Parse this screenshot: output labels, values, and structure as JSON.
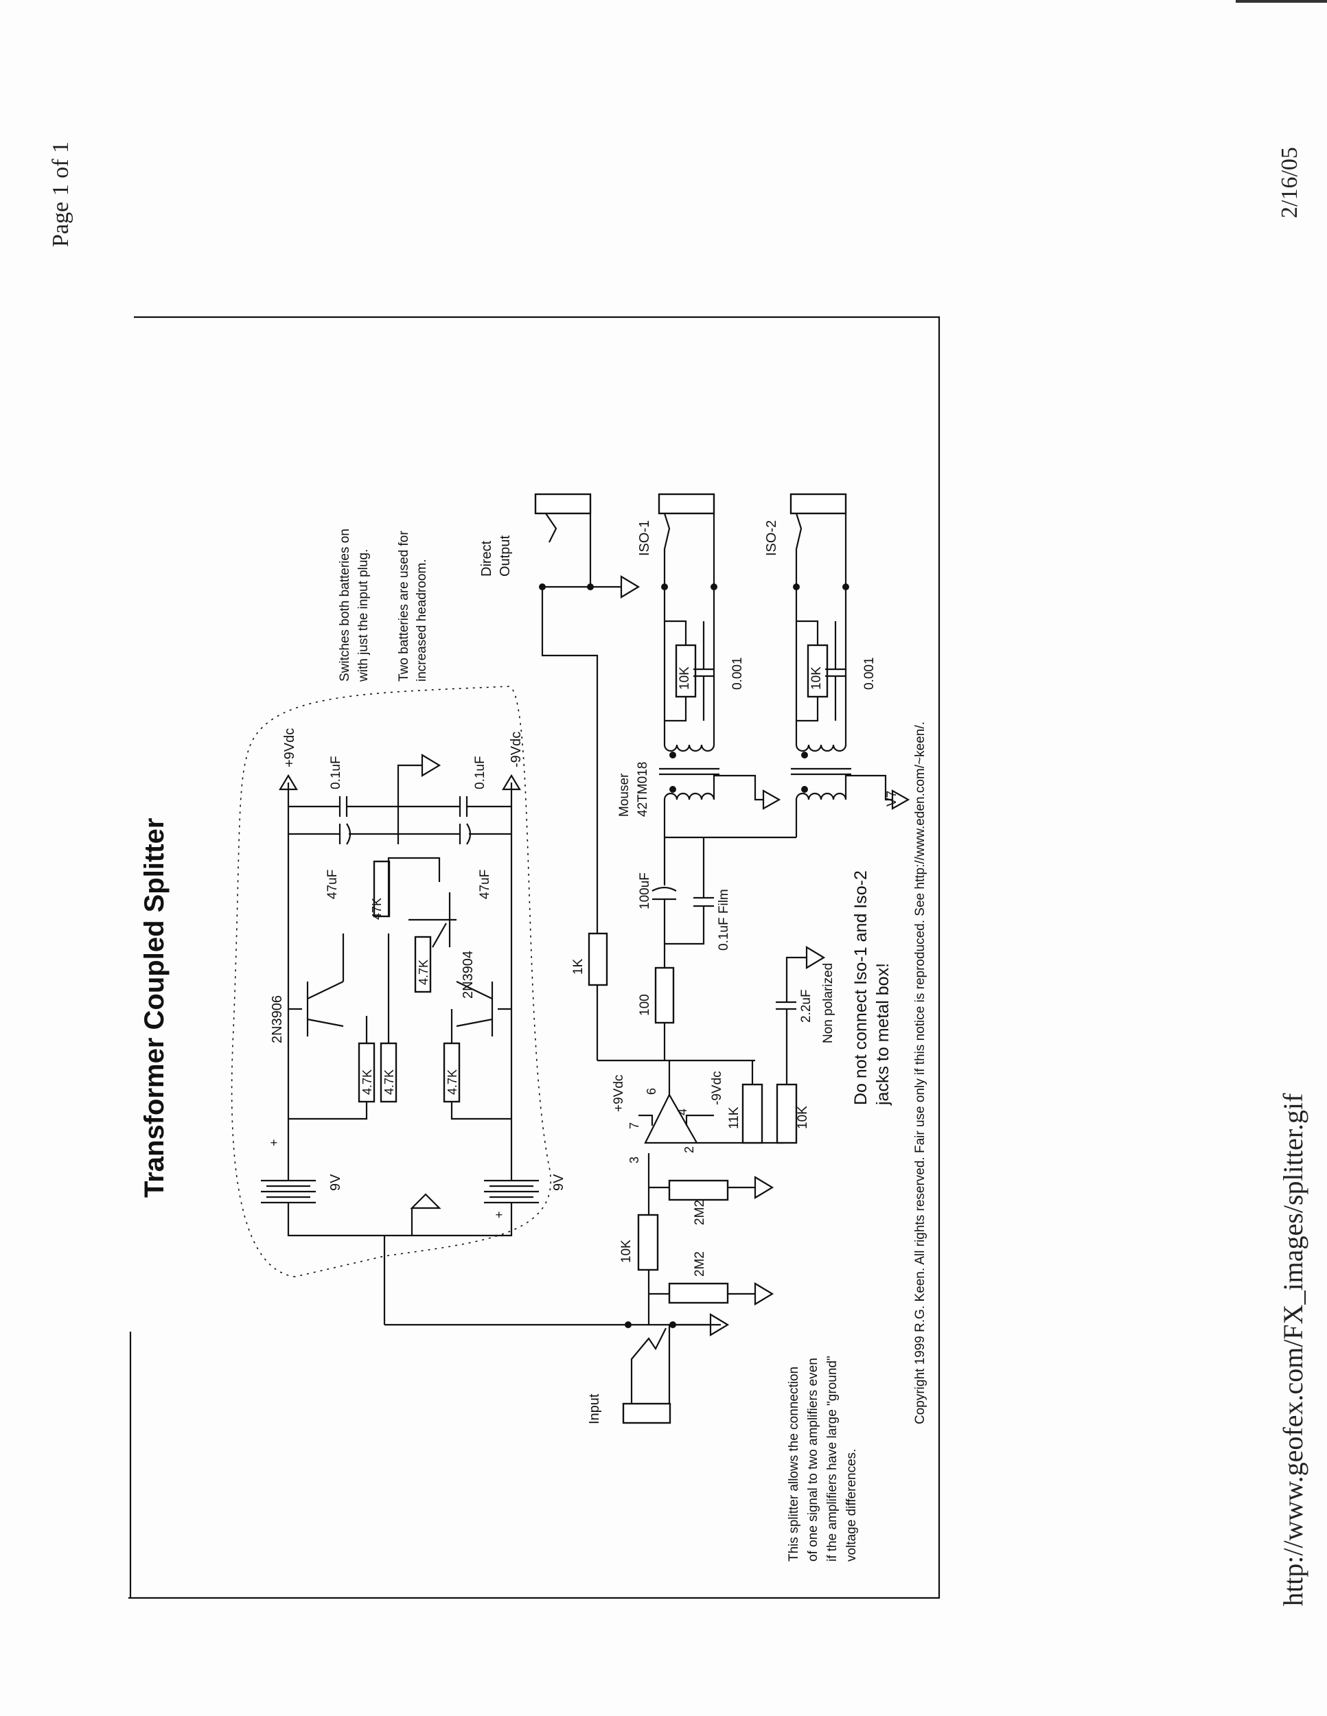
{
  "header": {
    "page": "Page 1 of 1",
    "date": "2/16/05"
  },
  "footer": {
    "url": "http://www.geofex.com/FX_images/splitter.gif"
  },
  "diagram": {
    "title": "Transformer Coupled Splitter",
    "notes": {
      "switches": [
        "Switches both batteries on",
        "with just the input plug."
      ],
      "batteries": [
        "Two batteries are used for",
        "increased headroom."
      ],
      "description": [
        "This splitter allows the connection",
        "of one signal to two amplifiers even",
        "if the amplifiers have large \"ground\"",
        "voltage differences."
      ],
      "warning": [
        "Do not connect Iso-1 and Iso-2",
        "jacks to metal box!"
      ],
      "copyright": "Copyright 1999 R.G. Keen. All rights reserved. Fair use only if this notice is reproduced. See http://www.eden.com/~keen/."
    },
    "jacks": {
      "input": "Input",
      "direct": [
        "Direct",
        "Output"
      ],
      "iso1": "ISO-1",
      "iso2": "ISO-2"
    },
    "labels": {
      "bat1": "9V",
      "bat2": "9V",
      "plus": "+",
      "pos_rail": "+9Vdc",
      "neg_rail": "-9Vdc",
      "opamp_pos": "+9Vdc",
      "opamp_neg": "-9Vdc",
      "q1": "2N3906",
      "q2": "2N3904",
      "c1": "47uF",
      "c2": "47uF",
      "c3": "0.1uF",
      "c4": "0.1uF",
      "r_a": "4.7K",
      "r_b": "4.7K",
      "r_c": "4.7K",
      "r_d": "4.7K",
      "r_e": "47K",
      "r_in": "10K",
      "r_2m2a": "2M2",
      "r_2m2b": "2M2",
      "r_1k": "1K",
      "r_100": "100",
      "r_11k": "11K",
      "r_10k": "10K",
      "c_100u": "100uF",
      "c_film": "0.1uF Film",
      "c_22u": "2.2uF",
      "non_pol": "Non polarized",
      "transformer": [
        "Mouser",
        "42TM018"
      ],
      "r_iso1": "10K",
      "c_iso1": "0.001",
      "r_iso2": "10K",
      "c_iso2": "0.001",
      "pin3": "3",
      "pin2": "2",
      "pin7": "7",
      "pin6": "6",
      "pin4": "4",
      "v7": "V7"
    }
  }
}
